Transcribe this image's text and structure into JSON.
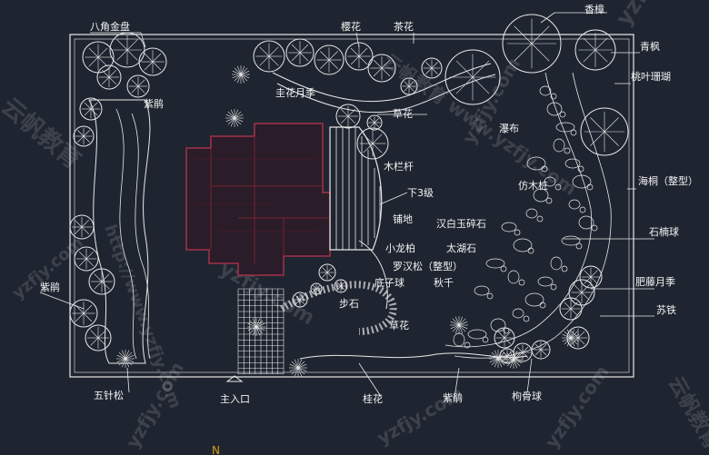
{
  "colors": {
    "background": "#1f2530",
    "linework": "#e8e8e8",
    "building": "#7a2232",
    "north": "#d4a017"
  },
  "watermarks": [
    "yzfjy.com",
    "云帆教育",
    "http://www.yzfjy.com",
    "云帆教育 www.yzfjy.com"
  ],
  "north_mark": "N",
  "labels": {
    "bajiao_jinpan": "八角金盘",
    "yinghua": "樱花",
    "chahua": "茶花",
    "xiangzhang": "香樟",
    "qingfeng": "青枫",
    "taoye_shanhu": "桃叶珊瑚",
    "zijuan_top": "紫鹃",
    "guihua_yueji": "圭花月季",
    "caohua_top": "草花",
    "pubu": "瀑布",
    "mulangan": "木栏杆",
    "xia3ji": "下3级",
    "fangmu_zhuang": "仿木桩",
    "haitong": "海桐（整型）",
    "pudi": "铺地",
    "hanbaiyu": "汉白玉碎石",
    "shinanqiu": "石楠球",
    "xiaolongbai": "小龙柏",
    "taihushi": "太湖石",
    "luohansong": "罗汉松（整型）",
    "feiteng_yueji": "肥藤月季",
    "dizi_qiu": "底子球",
    "qiuqian": "秋千",
    "zijuan_left": "紫鹃",
    "bushi": "步石",
    "sutie": "苏铁",
    "caohua_bottom": "草花",
    "wuzhen_song": "五针松",
    "zhurukou": "主入口",
    "guihua": "桂花",
    "zijuan_bottom": "紫鹃",
    "gougu_qiu": "枸骨球"
  }
}
